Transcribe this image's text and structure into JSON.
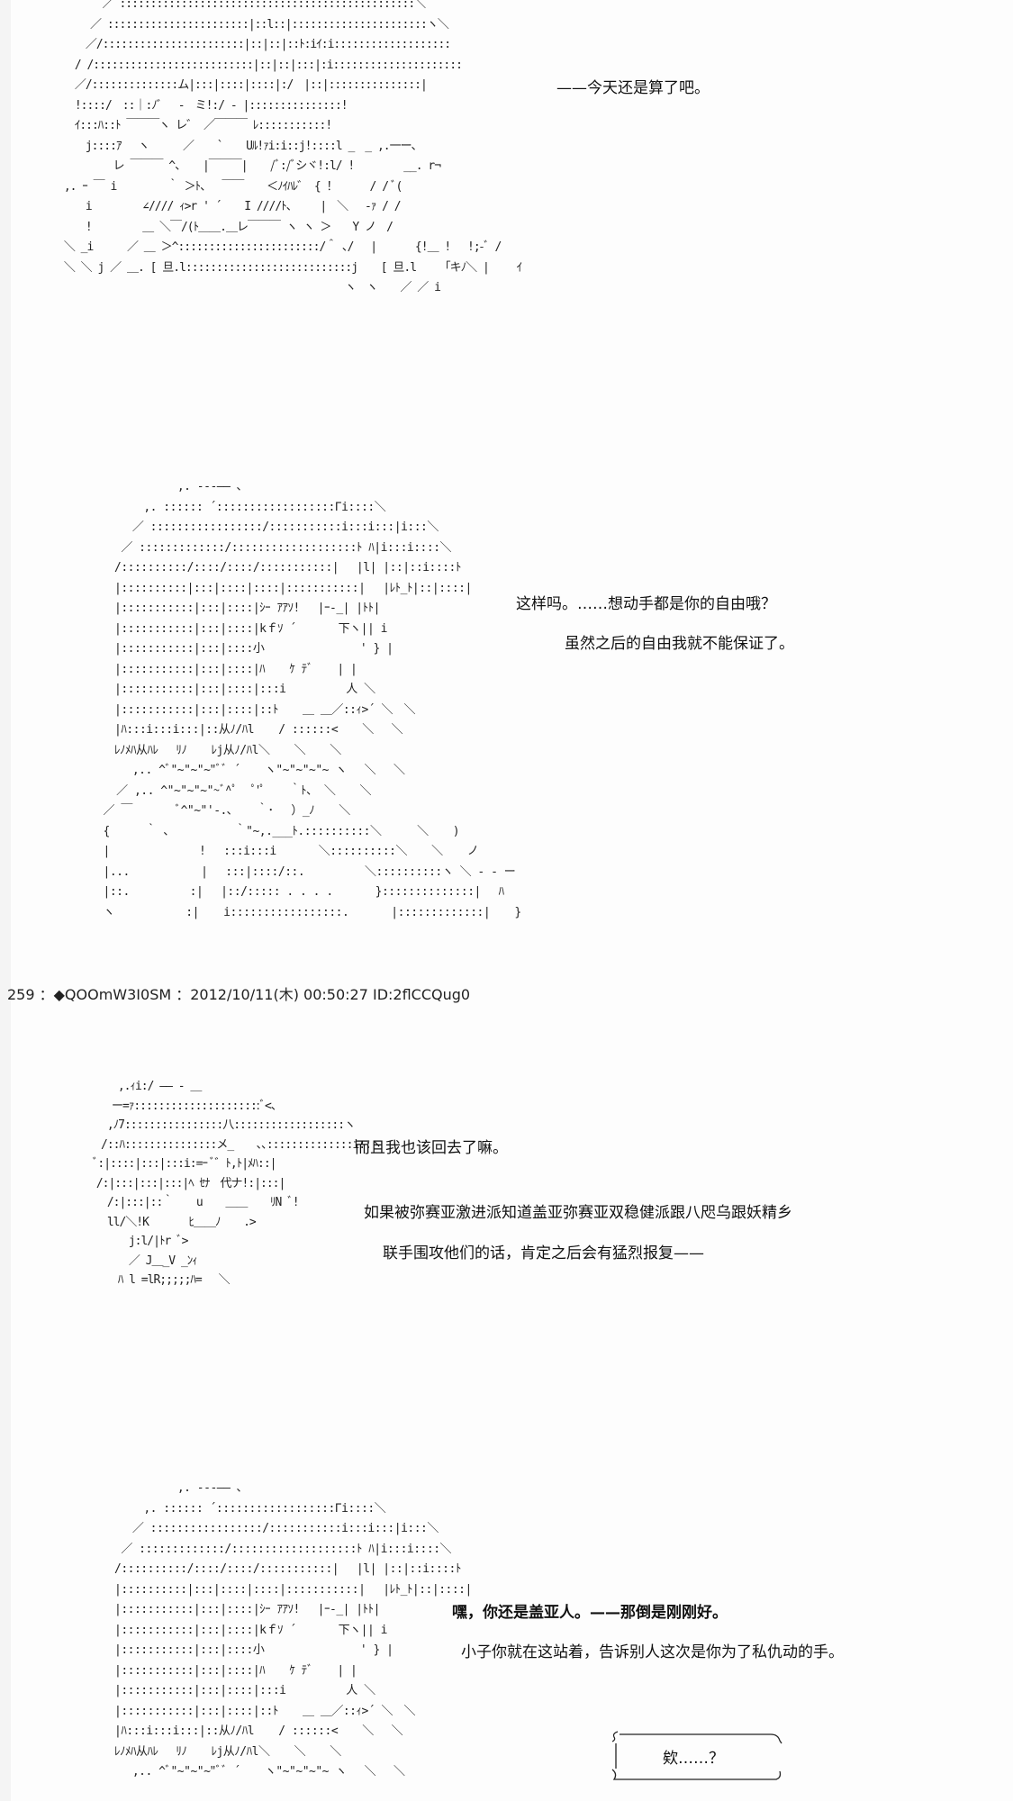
{
  "ascii_art": [
    "　　　 　 ／ ::::::::::::::::::::::::::::::::::::::::::::::::＼\n　　　　／ :::::::::::::::::::::::|::l::|::::::::::::::::::::::ヽ＼\n　　　 ／/:::::::::::::::::::::::|::|::|::ﾄ:iｲ:i:::::::::::::::::::\n　　 / /::::::::::::::::::::::::::|::|::|:::|:i:::::::::::::::::::::\n　　 ／/::::::::::::::ム|:::|::::|::::|:/　|::|:::::::::::::::|\n　　 !::::/　::｜:ﾉ゛　‐　ミ!:/ ‐ |:::::::::::::::!\n　　 ｲ:::ﾊ::ﾄ ￣￣￣ヽ レ゛ ／￣￣￣ ﾚ:::::::::::!\n　　　 j::::ｱ　 ヽ 　　 ／ 　 ` 　 Uﾙ!ｧi:i::j!::::l _　_ ,.一ー、\n　　 　　　 レ ￣￣￣ ^、 　|￣￣￣| 　 /ﾞ:/ﾞシヾ!:l/ !　　　　 __. r¬\n　 ,. ｰ ￣ i 　　 　 ｀ ＞ﾄ、　 ￣￣ 　 ＜ﾉｲﾊﾚ゛ { ！　　　/ / ﾞ(\n　　　 i　 　 　 ∠//// ｨ>r ' ´ 　 I ////ﾄ、 　 |　＼　 -ｧ / /\n　　　 !　 　 　 ＿ ＼￣/(ﾄ＿＿.＿レ￣￣￣ ヽ ヽ ＞　　Y ノ　/\n　 ＼ _i 　　 ／ ＿ ＞^:::::::::::::::::::::::/＾ ､/ 　|　　　 {!＿ !　 !;-ﾞ /\n　 ＼ ＼ j ／ ＿. [ 旦.l:::::::::::::::::::::::::::j 　 [ 旦.l 　 「キﾉ＼ |　　 ｲ\n　　　　　　　　　　　　　　　　　　　　　　　　　　　 ヽ　ヽ 　 ／ ／ i",
    "　　　　　　　　　　　 ,. ---―― ､\n　　　　　　　　 ,. :::::: ´::::::::::::::::::Γi::::＼\n　　　　　　　 ／ :::::::::::::::::/:::::::::::i:::i:::|i:::＼\n　　　　　　 ／ :::::::::::::/:::::::::::::::::::ﾄ ﾊ|i:::i::::＼\n　　　　　　/::::::::::/::::/::::/:::::::::::|　 |l| |::|::i::::ﾄ\n　　　　　　|::::::::::|:::|::::|::::|:::::::::::|　 |ﾚﾄ_ﾄ|::|::::|\n　　　　　　|:::::::::::|:::|::::|ｼｰ ｱｱｿ! 　|ｰ-_| |ﾄﾄ|\n　　　　　　|:::::::::::|:::|::::|kｆｿ ´ 　 　 下ヽ|| i\n　　　　　　|:::::::::::|:::|::::小 　 　 　 　 　 ' } |\n　　　　　　|:::::::::::|:::|::::|ﾊ 　 ｹ ﾃﾞ 　 | |\n　　　　　　|:::::::::::|:::|::::|:::i 　 　 　 人 ＼\n　　　　　　|:::::::::::|:::|::::|::ﾄ 　 ＿ ＿／::ｨ>´ ＼　＼\n　　　　　　|ﾊ:::i:::i:::|::从ﾉ/ﾊl 　 / ::::::< 　 ＼ 　＼\n　　　　　　ﾚﾉﾒﾊ从ﾊﾚ 　ﾘﾉ 　 ﾚj从ﾉ/ﾊl＼ 　 ＼ 　 ＼\n　　　　　　　 ,.. ^ﾞ\"~\"~\"~\"ﾞﾞ ´ 　 ヽ\"~\"~\"~\"~ ヽ　 ＼　 ＼\n　　　　 　 ／ ,.. ^\"~\"~\"~\"~ﾞ^ﾟ　 ﾟ'ﾟ 　 ｀ﾄ、 ＼ 　 ＼\n　　　　　／ ￣ 　　　 ﾞ^\"~\"'-.､ 　 ｀･　 ）_ﾉ 　 ＼\n　　　　　{　 　 ｀ 、 　 　 　 ｀\"~,.___ﾄ.::::::::::＼　 　 ＼ 　 )\n　　　　　|　 　 　 　 　 ! 　:::i:::i 　 　 ＼::::::::::＼ 　 ＼ 　 ノ\n　　　　　|...　 　 　 　 | 　:::|::::/::. 　 　 　 ＼::::::::::ヽ ＼ - ‐ ー\n　　　　　|::. 　 　 　 :| 　|::/::::: . . . . 　 　 }::::::::::::::| 　ﾊ\n　　　　　ヽ　 　 　 　 :| 　 i:::::::::::::::::. 　 　 |:::::::::::::| 　 }",
    "　　　　　　 ,.ｨi:/ ―― ‐ ＿\n　　　　　　ー=ｧ:::::::::::::::::::::ﾞ<、\n　　　　　 ,ﾉ7::::::::::::::::八::::::::::::::::::ヽ\n　　　　　/::ﾊ:::::::::::::::メ_ 　 ､､::::::::::::::i::ヽ\n　　　　 ﾞ:|::::|:::|:::i:=ｰ ﾞ゛ﾄ,ﾄ|ﾒﾊ::|\n　　　　 /:|:::|:::|:::|ﾍ ｾﾅ　代ナ!:|:::|\n　　　　　 /:|:::|::｀ 　 u 　 ＿＿ 　 ﾘN ﾞ!\n　　　　　 ll/＼!K 　 　 ﾋ＿＿ﾉ 　 .>\n　　　　　　　 j:l/|ﾄr ﾞ>\n　　　　　　　 ／ J＿_V _ﾝｨ\n　　　　　　 ﾊ l =lR;;;;;ﾊ= 　＼",
    "　　　　　　　　　　　 ,. ---―― ､\n　　　　　　　　 ,. :::::: ´::::::::::::::::::Γi::::＼\n　　　　　　　 ／ :::::::::::::::::/:::::::::::i:::i:::|i:::＼\n　　　　　　 ／ :::::::::::::/:::::::::::::::::::ﾄ ﾊ|i:::i::::＼\n　　　　　　/::::::::::/::::/::::/:::::::::::|　 |l| |::|::i::::ﾄ\n　　　　　　|::::::::::|:::|::::|::::|:::::::::::|　 |ﾚﾄ_ﾄ|::|::::|\n　　　　　　|:::::::::::|:::|::::|ｼｰ ｱｱｿ! 　|ｰ-_| |ﾄﾄ|\n　　　　　　|:::::::::::|:::|::::|kｆｿ ´ 　 　 下ヽ|| i\n　　　　　　|:::::::::::|:::|::::小 　 　 　 　 　 ' } |\n　　　　　　|:::::::::::|:::|::::|ﾊ 　 ｹ ﾃﾞ 　 | |\n　　　　　　|:::::::::::|:::|::::|:::i 　 　 　 人 ＼\n　　　　　　|:::::::::::|:::|::::|::ﾄ 　 ＿ ＿／::ｨ>´ ＼　＼\n　　　　　　|ﾊ:::i:::i:::|::从ﾉ/ﾊl 　 / ::::::< 　 ＼ 　＼\n　　　　　　ﾚﾉﾒﾊ从ﾊﾚ 　ﾘﾉ 　 ﾚj从ﾉ/ﾊl＼ 　 ＼ 　 ＼\n　　　　　　　 ,.. ^ﾞ\"~\"~\"~\"ﾞﾞ ´ 　 ヽ\"~\"~\"~\"~ ヽ　 ＼　 ＼"
  ],
  "dialogue": {
    "line_1": "——今天还是算了吧。",
    "line_2": "这样吗。……想动手都是你的自由哦？",
    "line_3": "虽然之后的自由我就不能保证了。",
    "line_4": "而且我也该回去了嘛。",
    "line_5": "如果被弥赛亚激进派知道盖亚弥赛亚双稳健派跟八咫乌跟妖精乡",
    "line_6": "联手围攻他们的话，肯定之后会有猛烈报复——",
    "line_7": "嘿，你还是盖亚人。——那倒是刚刚好。",
    "line_8": "小子你就在这站着，告诉别人这次是你为了私仇动的手。",
    "bubble_text": "欸……？"
  },
  "post_header": "259 ：◆QOOmW3I0SM ：2012/10/11(木) 00:50:27 ID:2flCCQug0"
}
